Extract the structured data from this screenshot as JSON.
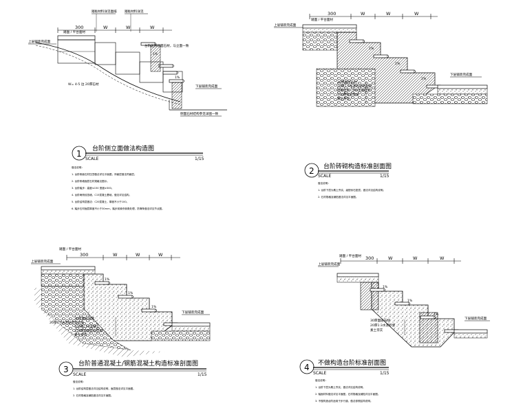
{
  "details": [
    {
      "number": "1",
      "title": "台阶侧立面做法构造图",
      "scale_label": "SCALE",
      "scale": "1/15",
      "notes_heading": "做法说明：",
      "notes": [
        "1. 台阶侧面石材压顶做法详见平面图，饰面层做法同面层。",
        "2. 台阶侧墙面层石材规格见图示。",
        "3. 台阶踏步：高度≤150 宽度≥300。",
        "4. 台阶两侧设挡墙，C15混凝土基础，做法详见结构。",
        "5. 台阶结构层做法：C20混凝土，厚度不小于100。",
        "6. 踏步石材面层厚度不小于30mm，踏步前缘作倒角处理，防滑条做法详见节点图。"
      ],
      "labels": {
        "landing": "踏面 / 平台面材",
        "upper_finish": "上层铺装完成面",
        "lower_finish": "下层铺装完成面",
        "stone_cap": "踏板材料详见图纸",
        "riser": "踏板材料详见",
        "slope": "1%",
        "dim_300": "300",
        "dim_w": "W",
        "callout_a": "台阶压顶侧面石材，与立面一致",
        "callout_b": "W= 4-5 边 20厚石材",
        "callout_c": "侧面石材结构参见详图一致"
      }
    },
    {
      "number": "2",
      "title": "台阶砖砌构造标准剖面图",
      "scale_label": "SCALE",
      "scale": "1/15",
      "notes_heading": "做法说明：",
      "notes": [
        "1. 台阶下层为素土夯实，级配砂石垫层，做法详见结构说明。",
        "2. 石材规格及铺贴做法详见平面图。"
      ],
      "labels": {
        "landing": "踏面 / 平台面材",
        "upper_finish": "上层铺装完成面",
        "lower_finish": "下层铺装完成面",
        "slope": "1%",
        "dim_300": "300",
        "dim_w": "W",
        "layers": [
          "30厚面层石材",
          "20厚1:3水泥砂浆结合层",
          "砖砌台阶（M5水泥砂浆）",
          "100厚碎石垫层",
          "素土夯实"
        ]
      }
    },
    {
      "number": "3",
      "title": "台阶普通混凝土/钢筋混凝土构造标准剖面图",
      "scale_label": "SCALE",
      "scale": "1/15",
      "notes_heading": "做法说明：",
      "notes": [
        "1. 台阶结构层做法详见结构说明，面层做法详见平面图。",
        "2. 石材规格及铺贴做法详见平面图。"
      ],
      "labels": {
        "landing": "踏面 / 平台面材",
        "upper_finish": "上层铺装完成面",
        "lower_finish": "下层铺装完成面",
        "slope": "1%",
        "dim_300": "300",
        "dim_w": "W",
        "layers": [
          "30厚面层石材",
          "20厚1:3水泥砂浆结合层",
          "100厚C20混凝土",
          "150厚级配碎石垫层",
          "素土夯实"
        ]
      }
    },
    {
      "number": "4",
      "title": "不做构造台阶标准剖面图",
      "scale_label": "SCALE",
      "scale": "1/15",
      "notes_heading": "做法说明：",
      "notes": [
        "1. 台阶下层为素土夯实，做法详见结构说明。",
        "2. 踏面材料做法详见平面图，石材规格及铺贴详见平面图。",
        "3. 不做构造台阶适用于步行道，做法参照结构说明。"
      ],
      "labels": {
        "landing": "踏面 / 平台面材",
        "upper_finish": "上层铺装完成面",
        "lower_finish": "下层铺装完成面",
        "slope": "1%",
        "dim_300": "300",
        "dim_w": "W",
        "layers": [
          "30厚面层石材",
          "20厚1:3水泥砂浆",
          "素土夯实"
        ]
      }
    }
  ]
}
